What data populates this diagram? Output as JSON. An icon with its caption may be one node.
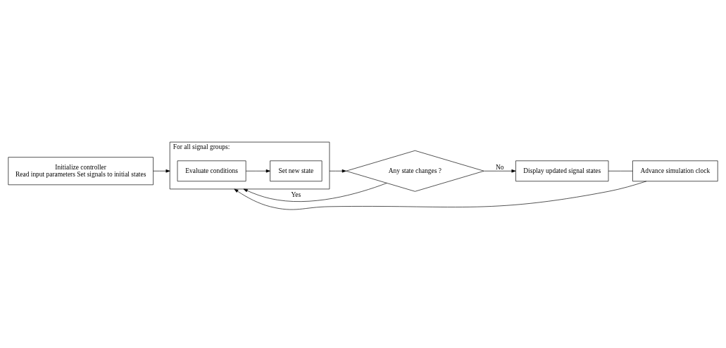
{
  "diagram": {
    "nodes": [
      {
        "text": [
          "Initialize controller",
          "Read input parameters Set signals to initial states"
        ]
      },
      {
        "text": [
          "For all signal groups:"
        ]
      },
      {
        "text": [
          "Evaluate conditions"
        ],
        "in": 1
      },
      {
        "text": [
          "Set new state"
        ],
        "in": 1
      },
      {
        "text": [
          "Any state changes ?"
        ]
      },
      {
        "text": [
          "Display updated signal states"
        ]
      },
      {
        "text": [
          "Advance simulation clock"
        ]
      }
    ],
    "edges": [
      {
        "from": 0,
        "to": 1,
        "arrow": "to"
      },
      {
        "from": 2,
        "to": 3,
        "arrow": "to"
      },
      {
        "from": 1,
        "to": 4,
        "arrow": "to"
      },
      {
        "from": 4,
        "to": 1,
        "label": "Yes",
        "arrow": "to"
      },
      {
        "from": 4,
        "to": 5,
        "label": "No",
        "arrow": "to"
      },
      {
        "from": 5,
        "to": 6,
        "arrow": "none"
      },
      {
        "from": 6,
        "to": 1,
        "arrow": "to"
      }
    ]
  }
}
